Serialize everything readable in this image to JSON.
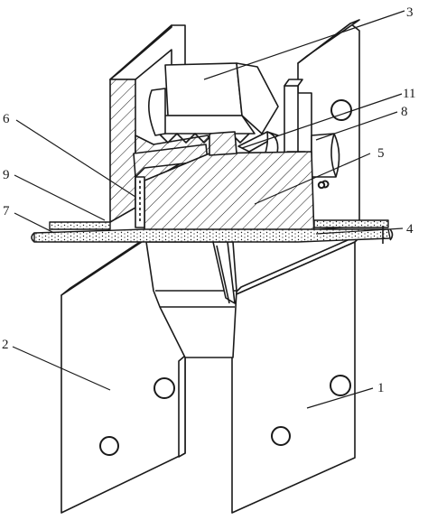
{
  "figure": {
    "colors": {
      "line": "#1a1a1a",
      "background": "#ffffff"
    },
    "callouts": [
      {
        "id": "c1",
        "label": "1"
      },
      {
        "id": "c2",
        "label": "2"
      },
      {
        "id": "c3",
        "label": "3"
      },
      {
        "id": "c4",
        "label": "4"
      },
      {
        "id": "c5",
        "label": "5"
      },
      {
        "id": "c6",
        "label": "6"
      },
      {
        "id": "c7",
        "label": "7"
      },
      {
        "id": "c8",
        "label": "8"
      },
      {
        "id": "c9",
        "label": "9"
      },
      {
        "id": "c11",
        "label": "11"
      }
    ]
  }
}
